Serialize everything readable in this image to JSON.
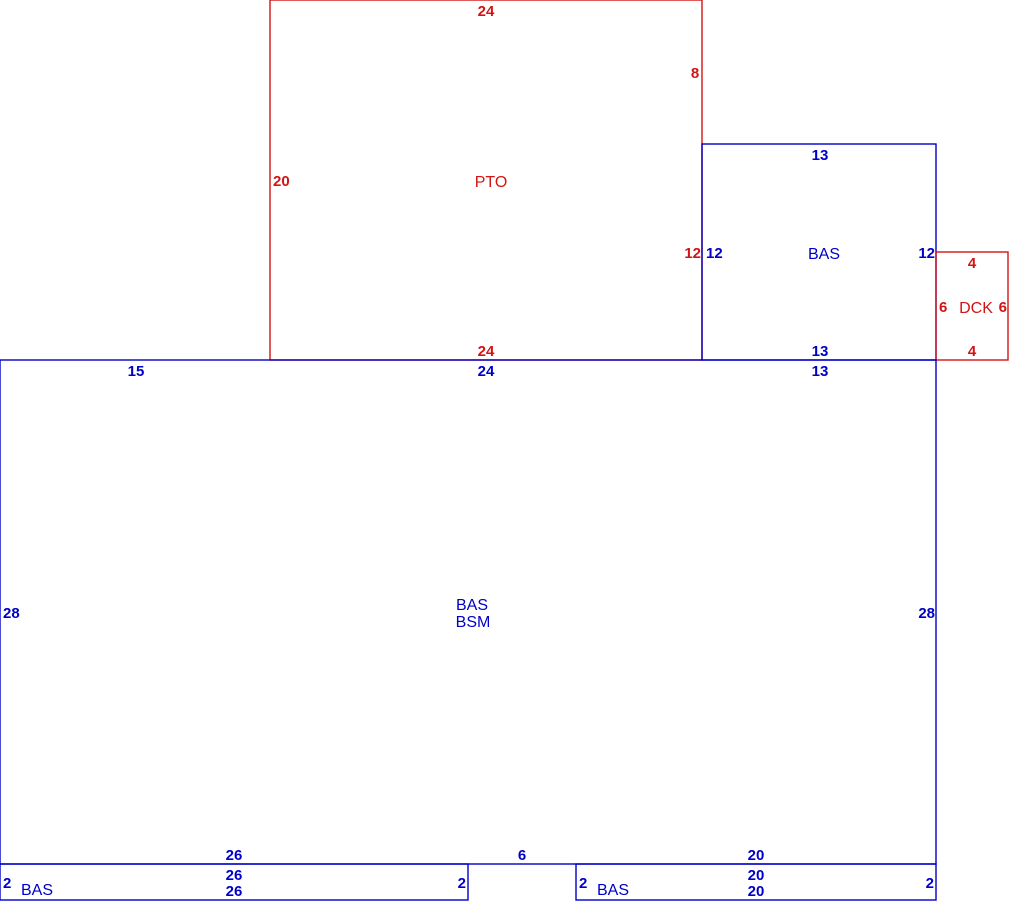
{
  "colors": {
    "living": "#0000c8",
    "exterior": "#d21414",
    "background": "#ffffff"
  },
  "sketch": {
    "pto": {
      "label": "PTO",
      "top": "24",
      "right_upper": "8",
      "left": "20",
      "right_lower": "12",
      "bottom": "24"
    },
    "bas_upper": {
      "label": "BAS",
      "top": "13",
      "left": "12",
      "right": "12",
      "bottom": "13"
    },
    "dck": {
      "label": "DCK",
      "top": "4",
      "left": "6",
      "right": "6",
      "bottom": "4"
    },
    "main": {
      "label_1": "BAS",
      "label_2": "BSM",
      "top_left": "15",
      "top_mid": "24",
      "top_right": "13",
      "left": "28",
      "right": "28",
      "bottom_left": "26",
      "bottom_gap": "6",
      "bottom_right": "20"
    },
    "bas_lower_left": {
      "label": "BAS",
      "top": "26",
      "bottom": "26",
      "left": "2",
      "right": "2"
    },
    "bas_lower_right": {
      "label": "BAS",
      "top": "20",
      "bottom": "20",
      "left": "2",
      "right": "2"
    }
  }
}
